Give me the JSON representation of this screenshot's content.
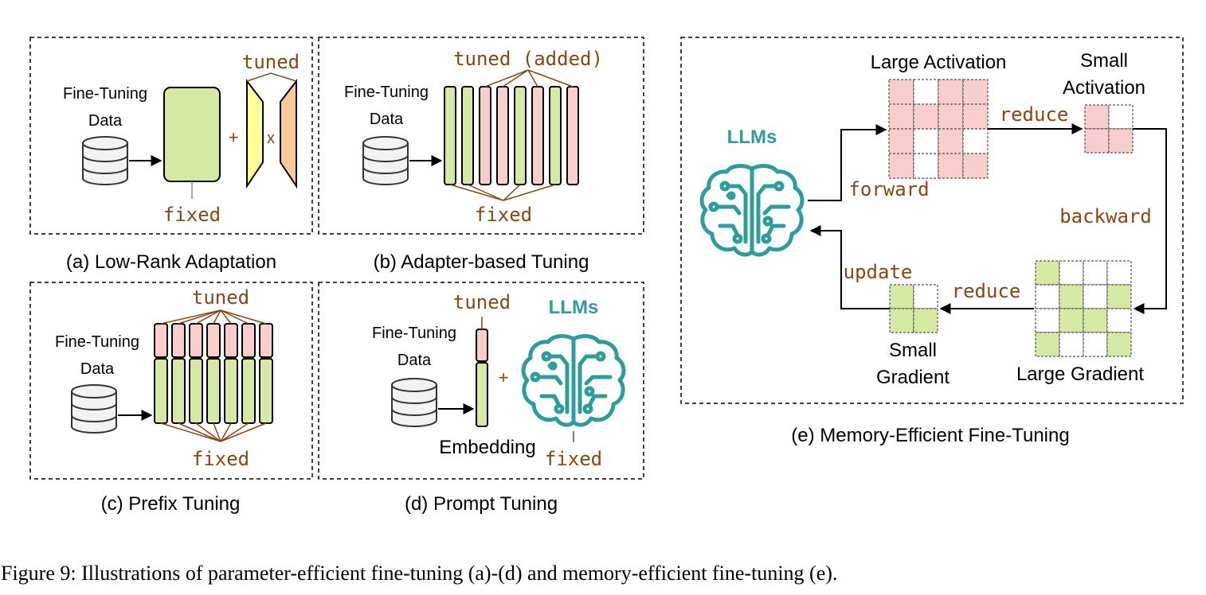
{
  "panel_a": {
    "caption": "(a) Low-Rank Adaptation",
    "data_label_1": "Fine-Tuning",
    "data_label_2": "Data",
    "tuned": "tuned",
    "fixed": "fixed",
    "plus": "+",
    "times": "x"
  },
  "panel_b": {
    "caption": "(b) Adapter-based Tuning",
    "data_label_1": "Fine-Tuning",
    "data_label_2": "Data",
    "tuned": "tuned (added)",
    "fixed": "fixed"
  },
  "panel_c": {
    "caption": "(c) Prefix Tuning",
    "data_label_1": "Fine-Tuning",
    "data_label_2": "Data",
    "tuned": "tuned",
    "fixed": "fixed"
  },
  "panel_d": {
    "caption": "(d) Prompt Tuning",
    "data_label_1": "Fine-Tuning",
    "data_label_2": "Data",
    "tuned": "tuned",
    "fixed": "fixed",
    "llms": "LLMs",
    "embedding": "Embedding",
    "plus": "+"
  },
  "panel_e": {
    "caption": "(e) Memory-Efficient Fine-Tuning",
    "llms": "LLMs",
    "large_activation": "Large Activation",
    "small_activation_1": "Small",
    "small_activation_2": "Activation",
    "reduce_top": "reduce",
    "forward": "forward",
    "backward": "backward",
    "update": "update",
    "reduce_bottom": "reduce",
    "small_gradient_1": "Small",
    "small_gradient_2": "Gradient",
    "large_gradient": "Large Gradient"
  },
  "figure_caption": "Figure 9: Illustrations of parameter-efficient fine-tuning (a)-(d) and memory-efficient fine-tuning (e).",
  "colors": {
    "green": "#d5e8a4",
    "pink": "#f8cecc",
    "yellow": "#ffff99",
    "orange": "#f9c99a",
    "brown": "#8b4513",
    "teal": "#2e9c9b",
    "db_fill": "#f2f2f2"
  },
  "icons": [
    "database-icon",
    "brain-circuit-icon"
  ]
}
